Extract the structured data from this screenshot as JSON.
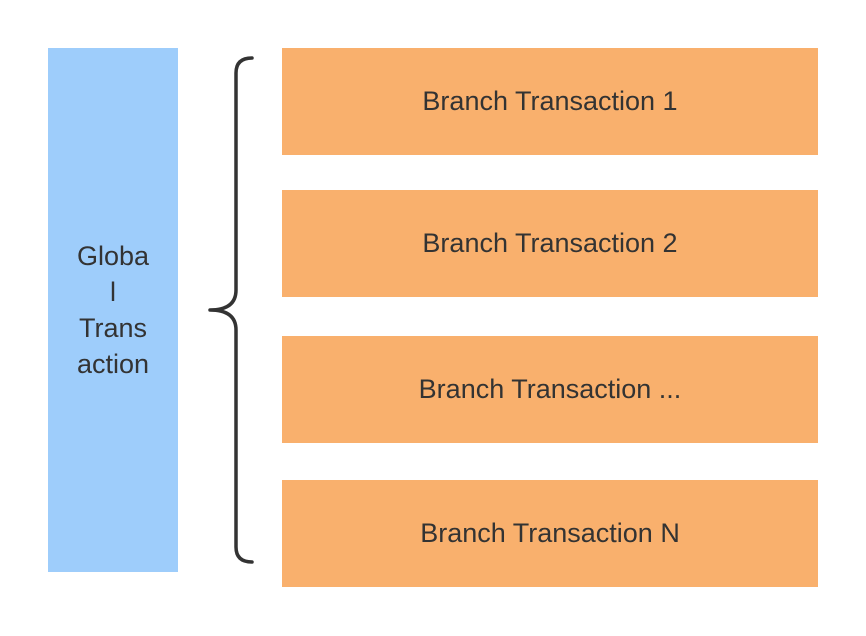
{
  "colors": {
    "global_fill": "#9ECDFB",
    "branch_fill": "#F9B06D",
    "text": "#333333",
    "brace": "#333333"
  },
  "global": {
    "label": "Globa\nl\nTrans\naction"
  },
  "branches": [
    {
      "label": "Branch Transaction 1"
    },
    {
      "label": "Branch Transaction 2"
    },
    {
      "label": "Branch Transaction ..."
    },
    {
      "label": "Branch Transaction N"
    }
  ]
}
